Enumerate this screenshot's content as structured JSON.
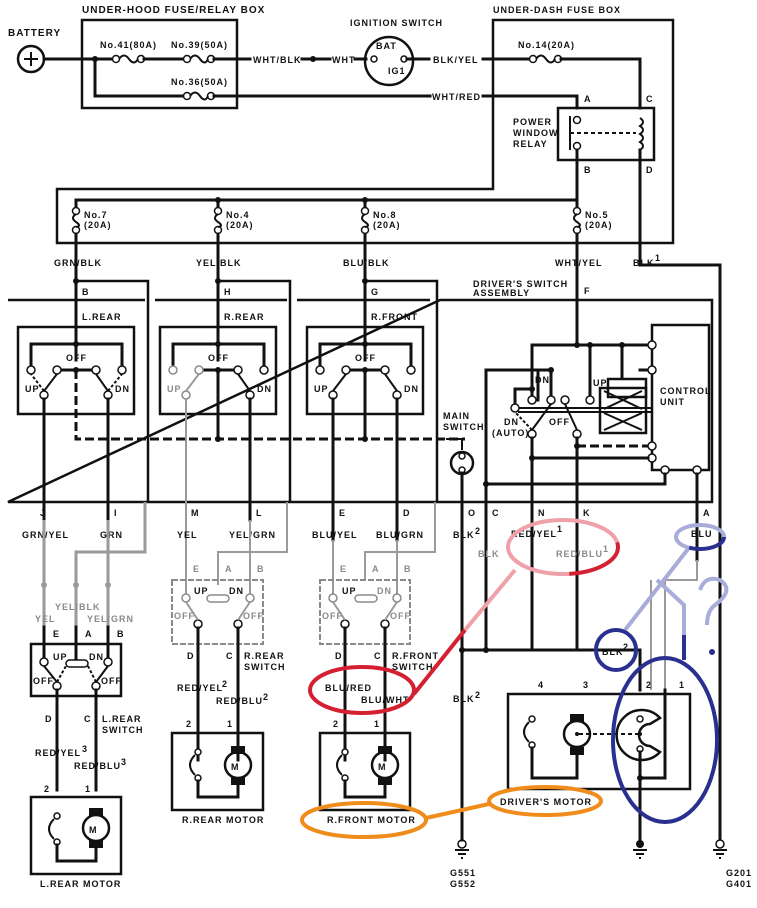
{
  "diagram": {
    "title": "Power Window Circuit",
    "boxes": {
      "under_hood": "UNDER-HOOD FUSE/RELAY BOX",
      "ignition": "IGNITION SWITCH",
      "under_dash": "UNDER-DASH FUSE BOX",
      "battery": "BATTERY",
      "relay": [
        "POWER",
        "WINDOW",
        "RELAY"
      ],
      "drivers_switch": [
        "DRIVER'S SWITCH",
        "ASSEMBLY"
      ],
      "main_switch": [
        "MAIN",
        "SWITCH"
      ],
      "control_unit": [
        "CONTROL",
        "UNIT"
      ]
    },
    "ignition_terminals": {
      "bat": "BAT",
      "ig1": "IG1"
    },
    "fuses": {
      "f41": "No.41(80A)",
      "f39": "No.39(50A)",
      "f36": "No.36(50A)",
      "f14": "No.14(20A)",
      "f7": [
        "No.7",
        "(20A)"
      ],
      "f4": [
        "No.4",
        "(20A)"
      ],
      "f8": [
        "No.8",
        "(20A)"
      ],
      "f5": [
        "No.5",
        "(20A)"
      ]
    },
    "relay_terminals": {
      "a": "A",
      "b": "B",
      "c": "C",
      "d": "D"
    },
    "wires": {
      "wht_blk": "WHT/BLK",
      "wht": "WHT",
      "blk_yel": "BLK/YEL",
      "wht_red": "WHT/RED",
      "grn_blk": "GRN/BLK",
      "yel_blk_top": "YEL/BLK",
      "blu_blk": "BLU/BLK",
      "wht_yel": "WHT/YEL",
      "blk1": "BLK",
      "blk1_sup": "1",
      "grn_yel": "GRN/YEL",
      "grn": "GRN",
      "yel_m": "YEL",
      "yel_grn_l": "YEL/GRN",
      "blu_yel": "BLU/YEL",
      "blu_grn": "BLU/GRN",
      "blk2_o": "BLK",
      "blk_c": "BLK",
      "red_yel1": "RED/YEL",
      "red_blu1": "RED/BLU",
      "blu_a": "BLU",
      "yel_lr": "YEL",
      "yel_blk_lr": "YEL/BLK",
      "yel_grn_lr": "YEL/GRN",
      "red_yel2": "RED/YEL",
      "red_blu2": "RED/BLU",
      "red_yel3": "RED/YEL",
      "red_blu3": "RED/BLU",
      "blu_red": "BLU/RED",
      "blu_wht": "BLU/WHT",
      "blk2_mid": "BLK",
      "blk2_low": "BLK",
      "sup2": "2",
      "sup3": "3",
      "sup1": "1"
    },
    "switch_labels": {
      "l_rear": "L.REAR",
      "r_rear": "R.REAR",
      "r_front": "R.FRONT",
      "off": "OFF",
      "up": "UP",
      "dn": "DN",
      "dn_auto": [
        "DN",
        "(AUTO)"
      ],
      "l_rear_switch": [
        "L.REAR",
        "SWITCH"
      ],
      "r_rear_switch": [
        "R.REAR",
        "SWITCH"
      ],
      "r_front_switch": [
        "R.FRONT",
        "SWITCH"
      ]
    },
    "connector_pins": {
      "b": "B",
      "h": "H",
      "g": "G",
      "f": "F",
      "j": "J",
      "i": "I",
      "m": "M",
      "l": "L",
      "e": "E",
      "d": "D",
      "o": "O",
      "c": "C",
      "n": "N",
      "k": "K",
      "a": "A",
      "sw_e": "E",
      "sw_a": "A",
      "sw_b": "B",
      "sw_d": "D",
      "sw_c": "C",
      "m1": "1",
      "m2": "2",
      "m3": "3",
      "m4": "4"
    },
    "motors": {
      "l_rear": "L.REAR MOTOR",
      "r_rear": "R.REAR MOTOR",
      "r_front": "R.FRONT MOTOR",
      "drivers": "DRIVER'S MOTOR",
      "symbol": "M"
    },
    "grounds": {
      "g551": "G551",
      "g552": "G552",
      "g201": "G201",
      "g401": "G401"
    },
    "annotations": {
      "question_mark": "?",
      "colors": {
        "red": "#d42030",
        "blue": "#2a3090",
        "orange": "#f08c1c"
      }
    }
  }
}
